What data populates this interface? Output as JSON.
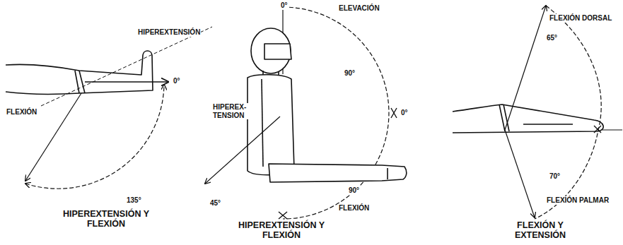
{
  "diagram": {
    "labels": [
      "HIPEREXTENSIÓN",
      "0°",
      "FLEXIÓN",
      "135°",
      "HIPEREXTENSIÓN Y FLEXIÓN",
      "0°",
      "ELEVACIÓN",
      "90°",
      "HIPEREX- TENSION",
      "0°",
      "90°",
      "FLEXIÓN",
      "45°",
      "HIPEREXTENSIÓN Y FLEXIÓN",
      "FLEXIÓN DORSAL",
      "65°",
      "70°",
      "FLEXIÓN PALMAR",
      "FLEXIÓN Y EXTENSIÓN"
    ]
  }
}
